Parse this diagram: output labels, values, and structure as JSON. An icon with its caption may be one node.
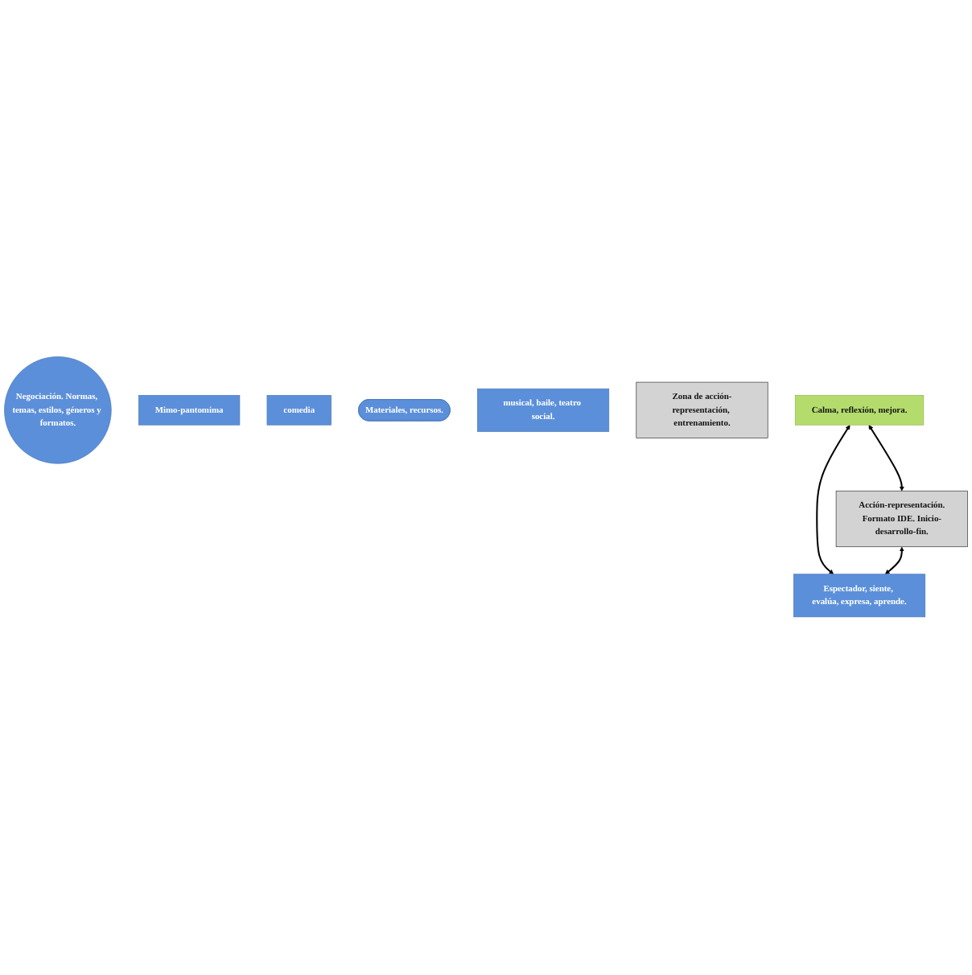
{
  "diagram": {
    "nodes": [
      {
        "text": [
          "Negociación. Normas, temas, estilos, géneros y formatos."
        ]
      },
      {
        "text": [
          "Mimo-pantomima"
        ]
      },
      {
        "text": [
          "comedia"
        ]
      },
      {
        "text": [
          "Materiales, recursos."
        ]
      },
      {
        "text": [
          "musical, baile, teatro social."
        ]
      },
      {
        "text": [
          "Zona de acción-representación, entrenamiento."
        ]
      },
      {
        "text": [
          "Calma, reflexión, mejora."
        ]
      },
      {
        "text": [
          "Acción-representación.",
          "Formato IDE. Inicio-desarrollo-fin."
        ]
      },
      {
        "text": [
          "Espectador, siente, evalúa, expresa, aprende."
        ]
      }
    ],
    "edges": [
      {
        "from": 6,
        "to": 7,
        "arrow": "both"
      },
      {
        "from": 6,
        "to": 8,
        "arrow": "both"
      },
      {
        "from": 7,
        "to": 8,
        "arrow": "both"
      }
    ]
  }
}
